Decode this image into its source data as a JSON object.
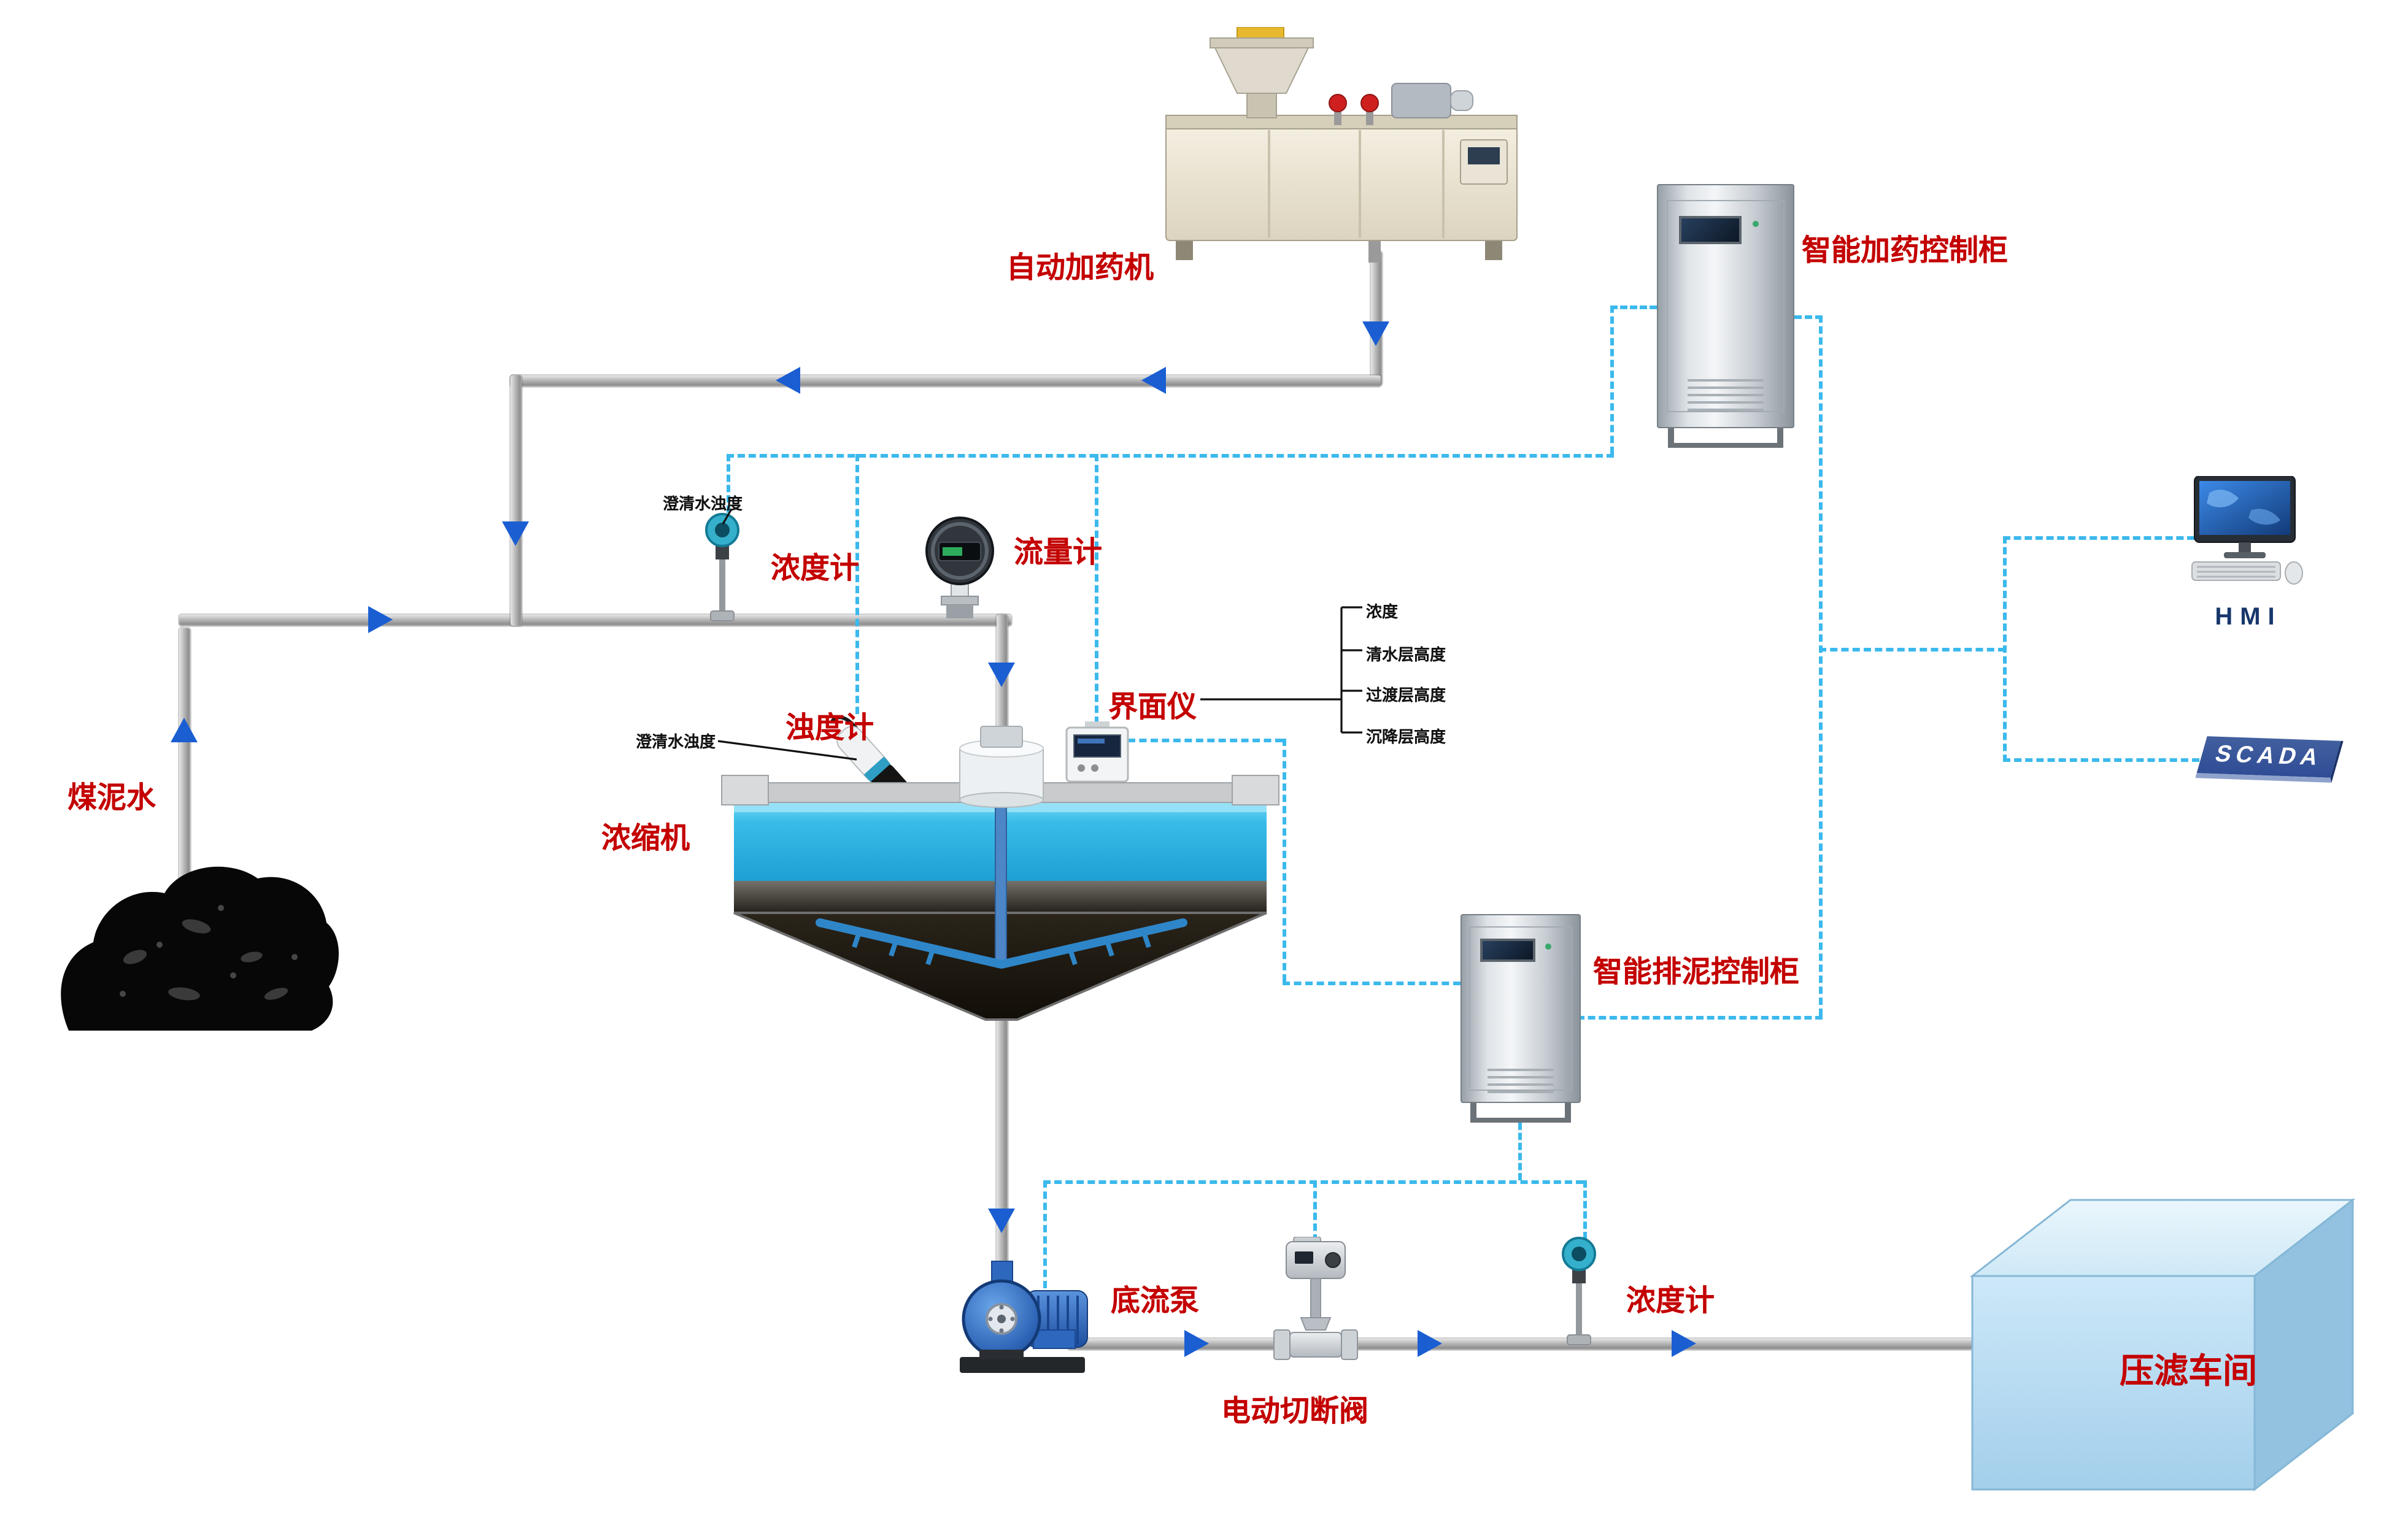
{
  "colors": {
    "label_red": "#c40000",
    "signal_blue": "#3bb9ec",
    "arrow_blue": "#1a5ed2",
    "pipe_gray": "#b0b0b0",
    "water_cyan": "#39bce8",
    "hmi_navy": "#17376b",
    "scada_bg": "#2f4c96",
    "scada_text": "#ffffff"
  },
  "nodes": {
    "dosing_machine": {
      "label": "自动加药机"
    },
    "dosing_cabinet": {
      "label": "智能加药控制柜"
    },
    "hmi": {
      "label": "HMI"
    },
    "scada": {
      "label": "SCADA"
    },
    "coal_slurry": {
      "label": "煤泥水"
    },
    "density_meter_top": {
      "label": "浓度计",
      "note": "澄清水浊度"
    },
    "flow_meter": {
      "label": "流量计"
    },
    "turbidity_meter": {
      "label": "浊度计",
      "note": "澄清水浊度"
    },
    "interface_meter": {
      "label": "界面仪",
      "params": [
        "浓度",
        "清水层高度",
        "过渡层高度",
        "沉降层高度"
      ]
    },
    "thickener": {
      "label": "浓缩机"
    },
    "sludge_cabinet": {
      "label": "智能排泥控制柜"
    },
    "underflow_pump": {
      "label": "底流泵"
    },
    "shutoff_valve": {
      "label": "电动切断阀"
    },
    "density_meter_bottom": {
      "label": "浓度计"
    },
    "filter_press": {
      "label": "压滤车间"
    }
  }
}
